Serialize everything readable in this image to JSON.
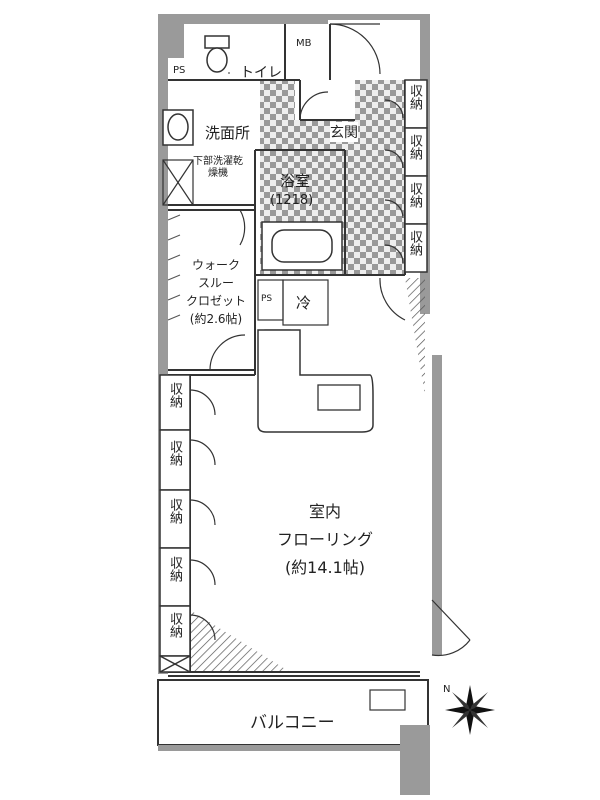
{
  "rooms": {
    "toilet": "トイレ",
    "washroom": "洗面所",
    "entrance": "玄関",
    "bath": "浴室",
    "bath_size": "(1218)",
    "fridge": "冷",
    "living": "室内",
    "flooring": "フローリング",
    "living_size": "(約14.1帖)",
    "balcony": "バルコニー"
  },
  "closet": {
    "line1": "ウォーク",
    "line2": "スルー",
    "line3": "クロゼット",
    "size": "(約2.6帖)"
  },
  "washer_note": "下部洗濯乾燥機",
  "storage_label": "収納",
  "abbr": {
    "ps": "PS",
    "mb": "MB"
  },
  "compass_label": "N",
  "colors": {
    "wall": "#999999",
    "line": "#333333",
    "hatch": "#666666"
  }
}
